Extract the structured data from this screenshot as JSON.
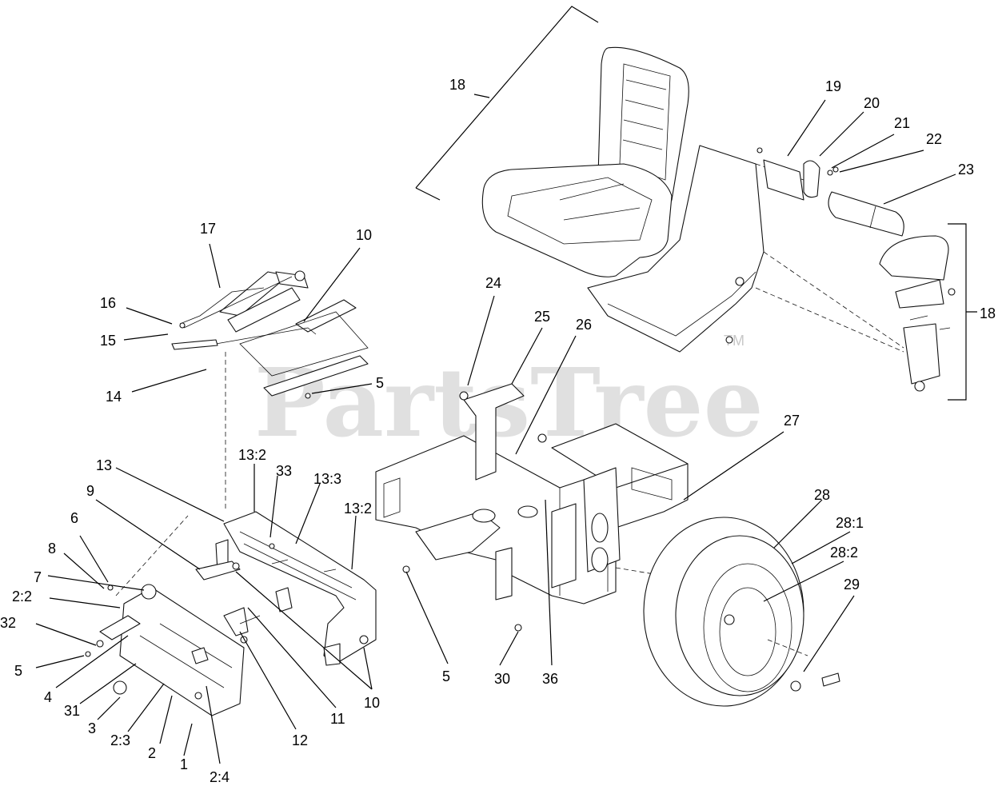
{
  "watermark": {
    "text": "PartsTree",
    "trademark": "TM"
  },
  "labels": {
    "l18a": "18",
    "l19": "19",
    "l20": "20",
    "l21": "21",
    "l22": "22",
    "l23": "23",
    "l18b": "18",
    "l17": "17",
    "l10a": "10",
    "l16": "16",
    "l15": "15",
    "l14": "14",
    "l5a": "5",
    "l24": "24",
    "l25": "25",
    "l26": "26",
    "l27": "27",
    "l13": "13",
    "l13_2a": "13:2",
    "l33": "33",
    "l13_3": "13:3",
    "l13_2b": "13:2",
    "l9": "9",
    "l6": "6",
    "l8": "8",
    "l7": "7",
    "l2_2": "2:2",
    "l32": "32",
    "l5b": "5",
    "l4": "4",
    "l31": "31",
    "l3": "3",
    "l2_3": "2:3",
    "l2": "2",
    "l1": "1",
    "l2_4": "2:4",
    "l12": "12",
    "l11": "11",
    "l10b": "10",
    "l5c": "5",
    "l30": "30",
    "l36": "36",
    "l28": "28",
    "l28_1": "28:1",
    "l28_2": "28:2",
    "l29": "29"
  }
}
